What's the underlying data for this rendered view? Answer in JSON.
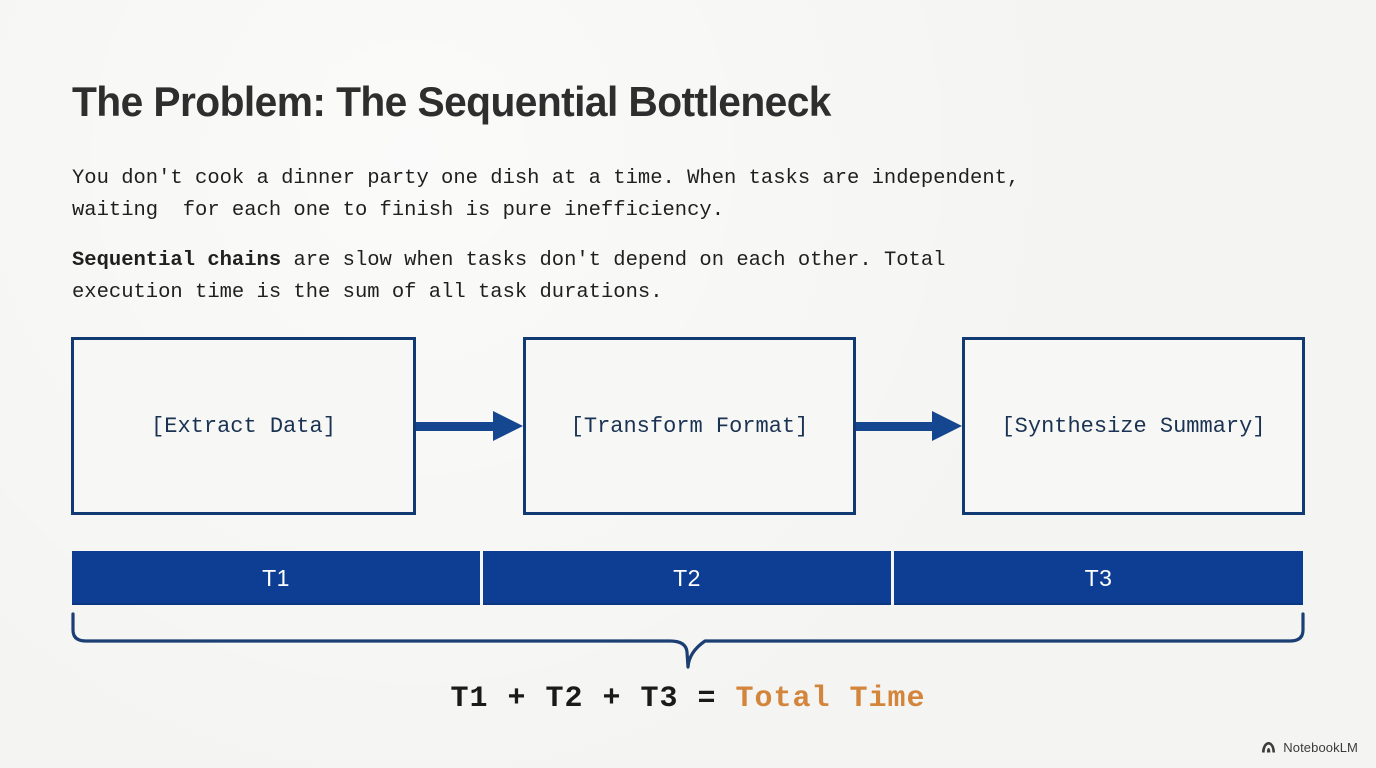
{
  "slide": {
    "title": "The Problem: The Sequential Bottleneck",
    "background_color": "#f4f4f2",
    "accent_navy": "#0d3e94",
    "border_navy": "#123a72",
    "accent_orange": "#d4853c"
  },
  "body": {
    "paragraph1": "You don't cook a dinner party one dish at a time. When tasks are independent,\nwaiting  for each one to finish is pure inefficiency.",
    "paragraph2_bold": "Sequential chains",
    "paragraph2_rest": " are slow when tasks don't depend on each other. Total\nexecution time is the sum of all task durations."
  },
  "flow": {
    "boxes": [
      {
        "label": "[Extract Data]"
      },
      {
        "label": "[Transform Format]"
      },
      {
        "label": "[Synthesize Summary]"
      }
    ],
    "arrows": [
      {
        "name": "arrow-right-icon"
      },
      {
        "name": "arrow-right-icon"
      }
    ]
  },
  "timeline": {
    "segments": [
      {
        "label": "T1"
      },
      {
        "label": "T2"
      },
      {
        "label": "T3"
      }
    ]
  },
  "formula": {
    "expression": "T1 + T2 + T3 = ",
    "result": "Total Time"
  },
  "watermark": {
    "label": "NotebookLM",
    "icon": "notebooklm-logo-icon"
  }
}
